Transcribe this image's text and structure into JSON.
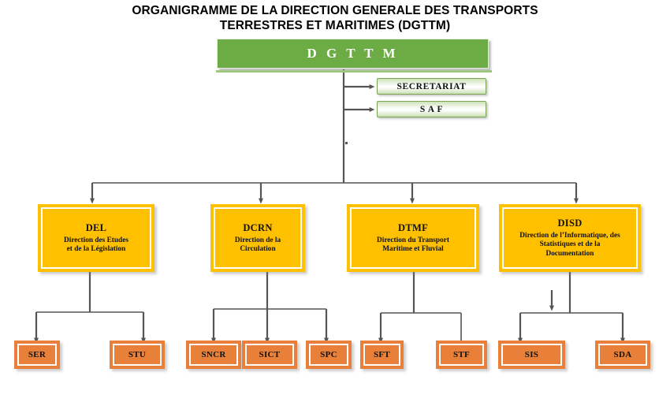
{
  "title": {
    "line1": "ORGANIGRAMME DE LA DIRECTION GENERALE DES TRANSPORTS",
    "line2": "TERRESTRES ET MARITIMES (DGTTM)"
  },
  "colors": {
    "root_green": "#6DAB45",
    "staff_green_border": "#7aa352",
    "direction_amber": "#FFC000",
    "service_orange": "#E8803A",
    "connector": "#555555",
    "text_dark": "#111111",
    "text_light": "#FFFFFF",
    "background": "#FFFFFF"
  },
  "root": {
    "label": "D G T T M"
  },
  "staff": [
    {
      "label": "SECRETARIAT"
    },
    {
      "label": "S A F"
    }
  ],
  "directions": [
    {
      "code": "DEL",
      "desc_line1": "Direction des Etudes",
      "desc_line2": "et de la Législation",
      "desc_line3": ""
    },
    {
      "code": "DCRN",
      "desc_line1": "Direction  de la",
      "desc_line2": "Circulation",
      "desc_line3": ""
    },
    {
      "code": "DTMF",
      "desc_line1": "Direction du Transport",
      "desc_line2": "Maritime et Fluvial",
      "desc_line3": ""
    },
    {
      "code": "DISD",
      "desc_line1": "Direction de l’Informatique, des",
      "desc_line2": "Statistiques et de la",
      "desc_line3": "Documentation"
    }
  ],
  "services": [
    {
      "label": "SER",
      "parent": "DEL"
    },
    {
      "label": "STU",
      "parent": "DEL"
    },
    {
      "label": "SNCR",
      "parent": "DCRN"
    },
    {
      "label": "SICT",
      "parent": "DCRN"
    },
    {
      "label": "SPC",
      "parent": "DCRN"
    },
    {
      "label": "SFT",
      "parent": "DTMF"
    },
    {
      "label": "STF",
      "parent": "DTMF"
    },
    {
      "label": "SIS",
      "parent": "DISD"
    },
    {
      "label": "SDA",
      "parent": "DISD"
    }
  ]
}
